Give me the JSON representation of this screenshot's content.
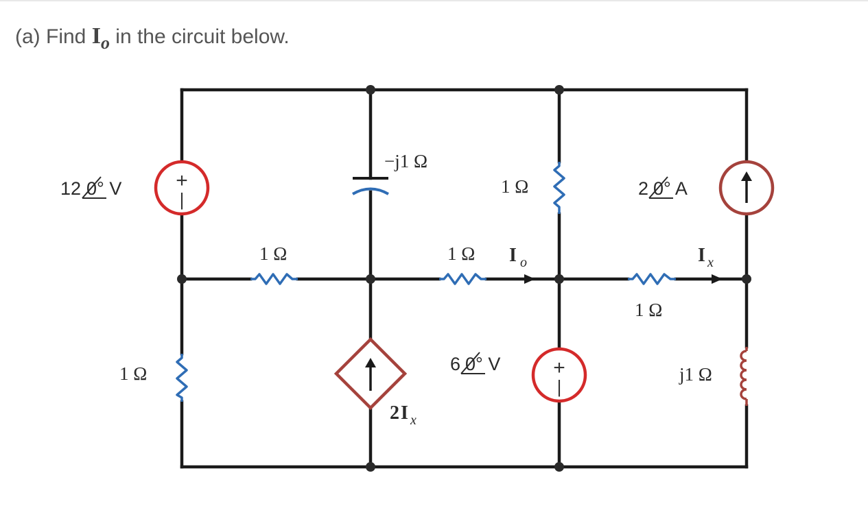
{
  "question": {
    "prefix": "(a)   Find ",
    "symbol": "I",
    "subscript": "o",
    "suffix": " in the circuit below."
  },
  "components": {
    "voltage_source_12": {
      "label_value": "12",
      "label_unit": "0° V",
      "polarity_plus": "+",
      "polarity_minus": "|"
    },
    "resistor_left_bottom": {
      "label": "1 Ω"
    },
    "resistor_mid_left": {
      "label": "1 Ω"
    },
    "capacitor": {
      "label": "−j1 Ω"
    },
    "resistor_vertical_right": {
      "label": "1 Ω"
    },
    "resistor_io": {
      "label": "1 Ω"
    },
    "current_io": {
      "symbol": "I",
      "subscript": "o"
    },
    "current_source_2": {
      "label_value": "2",
      "label_unit": "0° A"
    },
    "current_ix": {
      "symbol": "I",
      "subscript": "x"
    },
    "resistor_ix": {
      "label": "1 Ω"
    },
    "dependent_source": {
      "coef": "2",
      "symbol": "I",
      "subscript": "x"
    },
    "voltage_source_6": {
      "label_value": "6",
      "label_unit": "0° V",
      "polarity_plus": "+",
      "polarity_minus": "|"
    },
    "inductor": {
      "label": "j1 Ω"
    }
  },
  "colors": {
    "wire": "#1a1a1a",
    "source_red": "#d42a2a",
    "current_source_brown": "#a5423c",
    "resistor_blue": "#2f6db5",
    "node": "#2a2a2a"
  }
}
